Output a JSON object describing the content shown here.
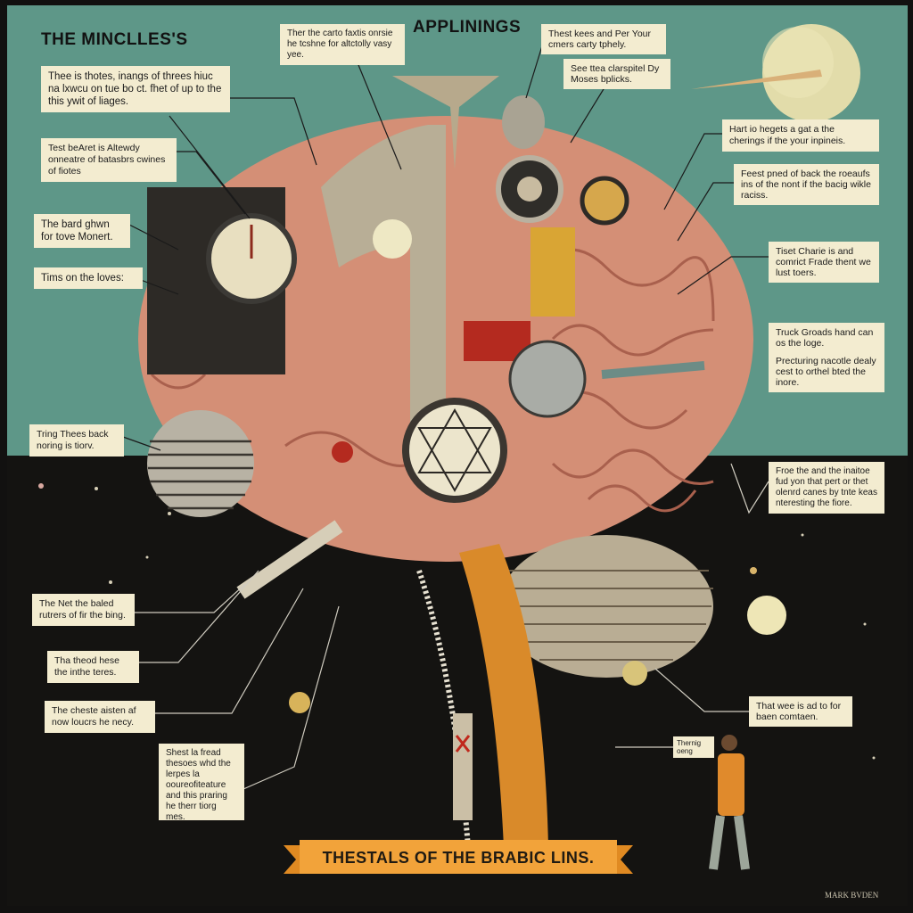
{
  "poster": {
    "title_left": "THE MINCLLES'S",
    "title_center": "APPLININGS",
    "banner": "THESTALS OF THE BRABIC LINS.",
    "signature": "MARK BVDEN",
    "colors": {
      "sky": "#5e9788",
      "space": "#141311",
      "brain": "#d48f76",
      "label_bg": "#f3ecd0",
      "banner": "#f2a33a"
    }
  },
  "labels": {
    "top_center": "Ther the carto faxtis onrsie he tcshne for altctolly vasy yee.",
    "left_1": "Thee is thotes, inangs of threes hiuc na lxwcu on tue bo ct. fhet of up to the this ywit of liages.",
    "left_2": "Test beAret is Altewdy onneatre of batasbrs cwines of fiotes",
    "left_3": "The bard ghwn for tove Monert.",
    "left_4": "Tims on the loves:",
    "left_5": "Tring Thees back noring is tiorv.",
    "left_6": "The Net the baled rutrers of fir the bing.",
    "left_7": "Tha theod hese the inthe teres.",
    "left_8": "The cheste aisten af now loucrs he necy.",
    "left_9": "Shest la fread thesoes whd the lerpes la ooureofiteature and this praring he therr tiorg mes.",
    "right_1": "Thest kees and Per Your cmers carty tphely.",
    "right_2": "See ttea clarspitel Dy Moses bplicks.",
    "right_3": "Hart io hegets a gat a the cherings if the your inpineis.",
    "right_4": "Feest pned of back the roeaufs ins of the nont if the bacig wikle raciss.",
    "right_5": "Tiset Charie is and comrict Frade thent we lust toers.",
    "right_6a": "Truck Groads hand can os the loge.",
    "right_6b": "Precturing nacotle dealy cest to orthel bted the inore.",
    "right_7": "Froe the and the inaitoe fud yon that pert or thet olenrd canes by tnte keas nteresting the fiore.",
    "right_8": "That wee is ad to for baen comtaen.",
    "speech": "Thernig oeng"
  }
}
